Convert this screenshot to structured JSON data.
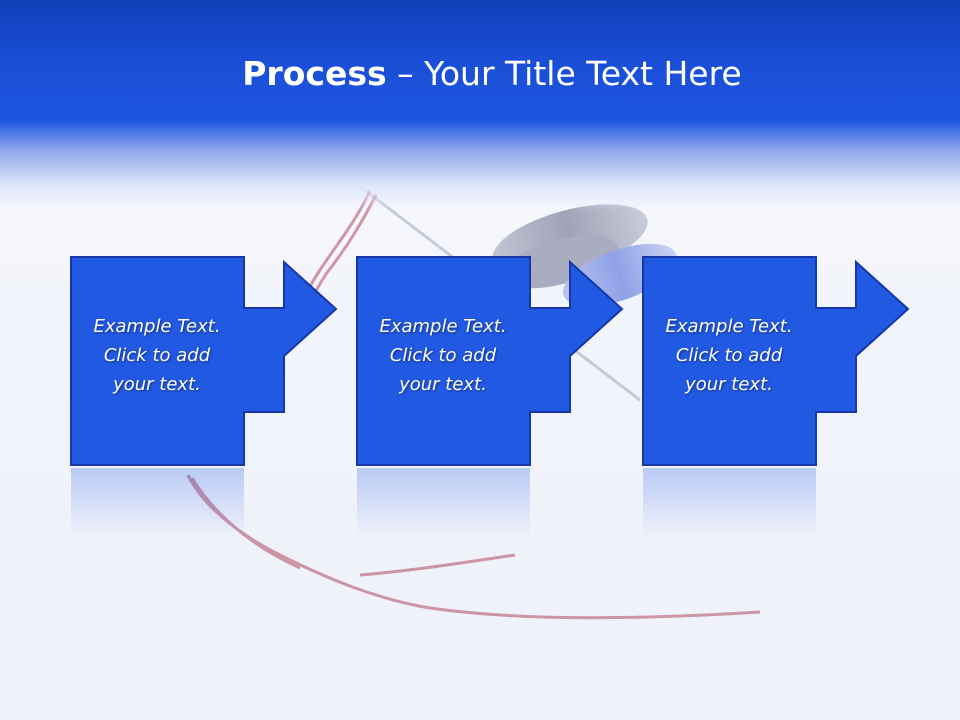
{
  "slide": {
    "title_bold": "Process",
    "title_rest": " – Your Title Text Here"
  },
  "steps": [
    {
      "text": "Example Text.\nClick  to add\nyour text."
    },
    {
      "text": "Example Text.\nClick  to add\nyour text."
    },
    {
      "text": "Example Text.\nClick  to add\nyour text."
    }
  ],
  "colors": {
    "header_blue": "#1e55e0",
    "box_blue": "#2259e3",
    "box_border": "#1537a8",
    "text_white": "#ffffff"
  },
  "icons": [
    "right-arrow-icon",
    "needle-thread-image",
    "spool-image"
  ]
}
